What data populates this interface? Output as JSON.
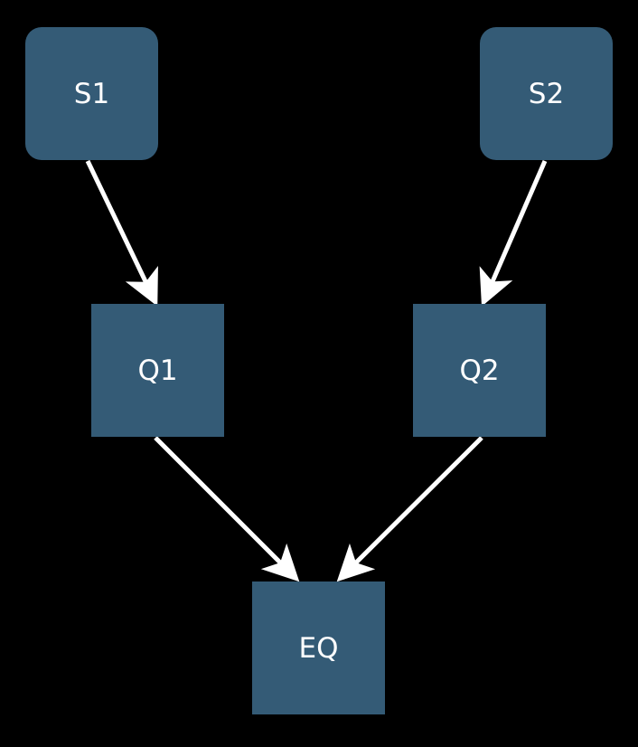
{
  "colors": {
    "background": "#000000",
    "node_fill": "#345b76",
    "node_text": "#ffffff",
    "edge": "#ffffff"
  },
  "nodes": {
    "s1": {
      "label": "S1",
      "shape": "rounded"
    },
    "s2": {
      "label": "S2",
      "shape": "rounded"
    },
    "q1": {
      "label": "Q1",
      "shape": "square"
    },
    "q2": {
      "label": "Q2",
      "shape": "square"
    },
    "eq": {
      "label": "EQ",
      "shape": "square"
    }
  },
  "edges": [
    {
      "from": "s1",
      "to": "q1"
    },
    {
      "from": "s2",
      "to": "q2"
    },
    {
      "from": "q1",
      "to": "eq"
    },
    {
      "from": "q2",
      "to": "eq"
    }
  ]
}
